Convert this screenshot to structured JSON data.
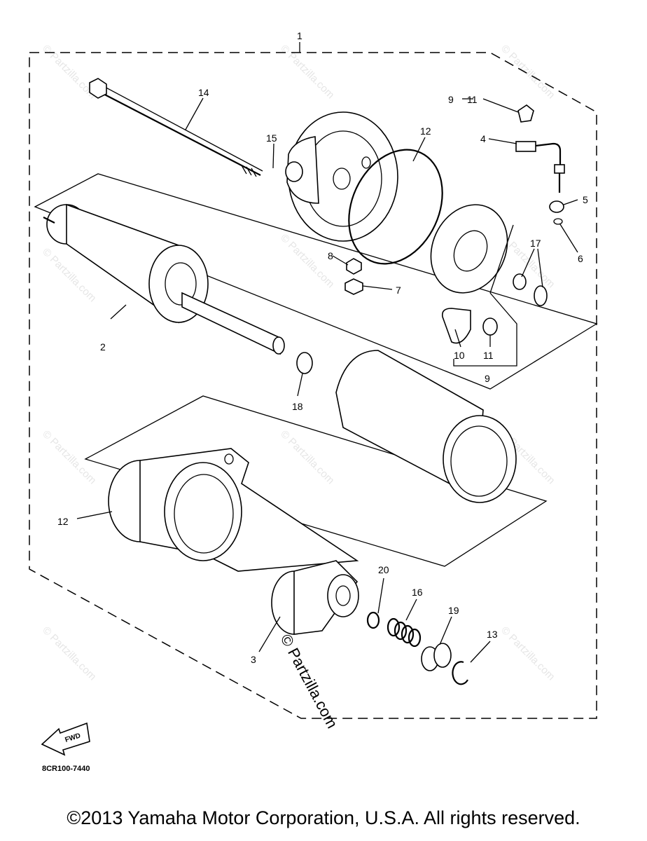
{
  "diagram_code": "8CR100-7440",
  "copyright": "©2013 Yamaha Motor Corporation, U.S.A. All rights reserved.",
  "watermark_center": "© Partzilla.com",
  "watermark_tile": "© Partzilla.com",
  "fwd_icon_text": "FWD",
  "callouts": {
    "c1": "1",
    "c2": "2",
    "c3": "3",
    "c4": "4",
    "c5": "5",
    "c6": "6",
    "c7": "7",
    "c8": "8",
    "c9a": "9",
    "c9b": "9",
    "c10": "10",
    "c11a": "11",
    "c11b": "11",
    "c12a": "12",
    "c12b": "12",
    "c13": "13",
    "c14": "14",
    "c15": "15",
    "c16": "16",
    "c17": "17",
    "c18": "18",
    "c19": "19",
    "c20": "20"
  }
}
